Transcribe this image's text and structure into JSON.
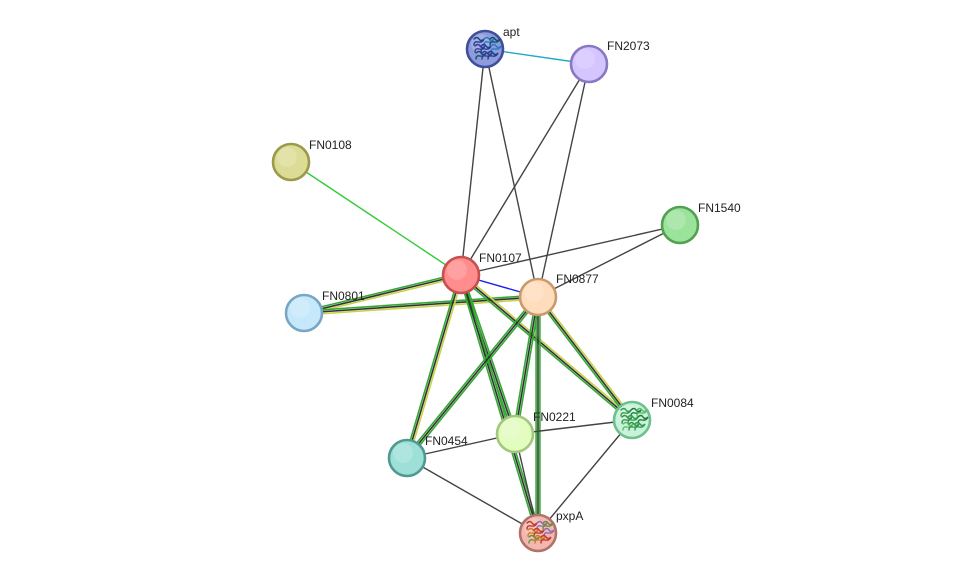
{
  "network": {
    "nodes": [
      {
        "id": "apt",
        "label": "apt",
        "color": "#8e9cdc",
        "stroke": "#3f4f9a",
        "icon": "protein-structure-icon"
      },
      {
        "id": "FN2073",
        "label": "FN2073",
        "color": "#d5c5ff",
        "stroke": "#8a78c2",
        "icon": ""
      },
      {
        "id": "FN0108",
        "label": "FN0108",
        "color": "#dcdc96",
        "stroke": "#9a9a4a",
        "icon": ""
      },
      {
        "id": "FN1540",
        "label": "FN1540",
        "color": "#9be29b",
        "stroke": "#52a052",
        "icon": ""
      },
      {
        "id": "FN0107",
        "label": "FN0107",
        "color": "#ff8d8d",
        "stroke": "#c64f4f",
        "icon": ""
      },
      {
        "id": "FN0877",
        "label": "FN0877",
        "color": "#ffdcbb",
        "stroke": "#c89a6e",
        "icon": ""
      },
      {
        "id": "FN0801",
        "label": "FN0801",
        "color": "#c6e8fb",
        "stroke": "#79a6c4",
        "icon": ""
      },
      {
        "id": "FN0084",
        "label": "FN0084",
        "color": "#c9f2da",
        "stroke": "#6fbf8f",
        "icon": "protein-structure-icon"
      },
      {
        "id": "FN0221",
        "label": "FN0221",
        "color": "#e3fcc0",
        "stroke": "#a4c77e",
        "icon": ""
      },
      {
        "id": "FN0454",
        "label": "FN0454",
        "color": "#9ee0d8",
        "stroke": "#4f9a90",
        "icon": ""
      },
      {
        "id": "pxpA",
        "label": "pxpA",
        "color": "#f2b8b0",
        "stroke": "#b0726a",
        "icon": "protein-structure-icon"
      }
    ],
    "edges": [
      {
        "source": "apt",
        "target": "FN2073",
        "types": [
          "#1fa9c9"
        ]
      },
      {
        "source": "apt",
        "target": "FN0107",
        "types": [
          "#444444"
        ]
      },
      {
        "source": "apt",
        "target": "FN0877",
        "types": [
          "#444444"
        ]
      },
      {
        "source": "FN2073",
        "target": "FN0107",
        "types": [
          "#444444"
        ]
      },
      {
        "source": "FN2073",
        "target": "FN0877",
        "types": [
          "#444444"
        ]
      },
      {
        "source": "FN0108",
        "target": "FN0107",
        "types": [
          "#33cc33"
        ]
      },
      {
        "source": "FN1540",
        "target": "FN0107",
        "types": [
          "#444444"
        ]
      },
      {
        "source": "FN1540",
        "target": "FN0877",
        "types": [
          "#444444"
        ]
      },
      {
        "source": "FN0107",
        "target": "FN0877",
        "types": [
          "#1c1cf0"
        ]
      },
      {
        "source": "FN0107",
        "target": "FN0801",
        "types": [
          "#c8d24a",
          "#333333",
          "#33aa33"
        ]
      },
      {
        "source": "FN0877",
        "target": "FN0801",
        "types": [
          "#c8d24a",
          "#333333",
          "#33aa33"
        ]
      },
      {
        "source": "FN0107",
        "target": "FN0454",
        "types": [
          "#c8d24a",
          "#333333",
          "#33aa33"
        ]
      },
      {
        "source": "FN0107",
        "target": "FN0221",
        "types": [
          "#33aa33",
          "#333333",
          "#33aa33"
        ]
      },
      {
        "source": "FN0107",
        "target": "pxpA",
        "types": [
          "#33aa33",
          "#333333",
          "#33aa33"
        ]
      },
      {
        "source": "FN0107",
        "target": "FN0084",
        "types": [
          "#c8d24a",
          "#333333",
          "#33aa33"
        ]
      },
      {
        "source": "FN0877",
        "target": "FN0454",
        "types": [
          "#33aa33",
          "#333333",
          "#33aa33"
        ]
      },
      {
        "source": "FN0877",
        "target": "FN0221",
        "types": [
          "#33aa33",
          "#333333",
          "#33aa33"
        ]
      },
      {
        "source": "FN0877",
        "target": "pxpA",
        "types": [
          "#33aa33",
          "#333333",
          "#33aa33"
        ]
      },
      {
        "source": "FN0877",
        "target": "FN0084",
        "types": [
          "#c8d24a",
          "#333333",
          "#33aa33"
        ]
      },
      {
        "source": "FN0454",
        "target": "FN0221",
        "types": [
          "#444444"
        ]
      },
      {
        "source": "FN0221",
        "target": "FN0084",
        "types": [
          "#444444"
        ]
      },
      {
        "source": "FN0454",
        "target": "pxpA",
        "types": [
          "#444444"
        ]
      },
      {
        "source": "FN0221",
        "target": "pxpA",
        "types": [
          "#444444"
        ]
      },
      {
        "source": "FN0084",
        "target": "pxpA",
        "types": [
          "#444444"
        ]
      }
    ]
  }
}
